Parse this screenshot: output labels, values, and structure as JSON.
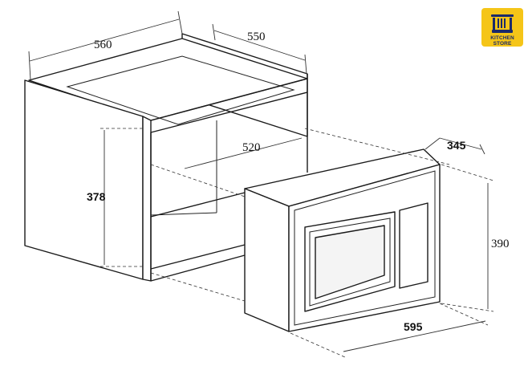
{
  "logo": {
    "text": "KITCHEN STORE",
    "bg_color": "#f5c518",
    "ink_color": "#1b2a6b",
    "icon": "kitchen-utensils-icon"
  },
  "dimensions": {
    "cabinet_width": "560",
    "cabinet_depth": "550",
    "cabinet_height": "378",
    "opening_depth": "520",
    "appliance_depth": "345",
    "appliance_height": "390",
    "appliance_width": "595"
  }
}
